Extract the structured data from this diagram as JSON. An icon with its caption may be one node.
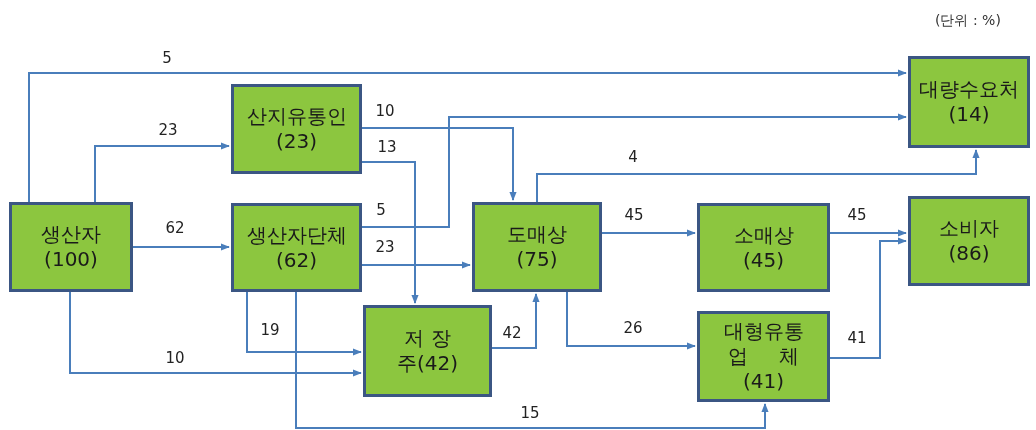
{
  "diagram": {
    "nodes": [
      {
        "text": [
          "생산자",
          "(100)"
        ]
      },
      {
        "text": [
          "산지유통인",
          "(23)"
        ]
      },
      {
        "text": [
          "생산자단체",
          "(62)"
        ]
      },
      {
        "text": [
          "저 장",
          "주(42)"
        ]
      },
      {
        "text": [
          "도매상",
          "(75)"
        ]
      },
      {
        "text": [
          "소매상",
          "(45)"
        ]
      },
      {
        "text": [
          "대형유통 업 체",
          "(41)"
        ]
      },
      {
        "text": [
          "대량수요처",
          "(14)"
        ]
      },
      {
        "text": [
          "소비자",
          "(86)"
        ]
      }
    ],
    "edges": [
      {
        "from": 0,
        "to": 7,
        "arrow": "to",
        "label": "5"
      },
      {
        "from": 0,
        "to": 1,
        "arrow": "to",
        "label": "23"
      },
      {
        "from": 0,
        "to": 2,
        "arrow": "to",
        "label": "62"
      },
      {
        "from": 0,
        "to": 3,
        "arrow": "to",
        "label": "10"
      },
      {
        "from": 1,
        "to": 4,
        "arrow": "to",
        "label": "10"
      },
      {
        "from": 1,
        "to": 3,
        "arrow": "to",
        "label": "13"
      },
      {
        "from": 2,
        "to": 7,
        "arrow": "to",
        "label": "5"
      },
      {
        "from": 2,
        "to": 4,
        "arrow": "to",
        "label": "23"
      },
      {
        "from": 2,
        "to": 3,
        "arrow": "to",
        "label": "19"
      },
      {
        "from": 2,
        "to": 6,
        "arrow": "to",
        "label": "15"
      },
      {
        "from": 3,
        "to": 4,
        "arrow": "to",
        "label": "42"
      },
      {
        "from": 4,
        "to": 7,
        "arrow": "to",
        "label": "4"
      },
      {
        "from": 4,
        "to": 5,
        "arrow": "to",
        "label": "45"
      },
      {
        "from": 4,
        "to": 6,
        "arrow": "to",
        "label": "26"
      },
      {
        "from": 5,
        "to": 8,
        "arrow": "to",
        "label": "45"
      },
      {
        "from": 6,
        "to": 8,
        "arrow": "to",
        "label": "41"
      }
    ],
    "labels": [
      "(단위 : %)"
    ]
  }
}
